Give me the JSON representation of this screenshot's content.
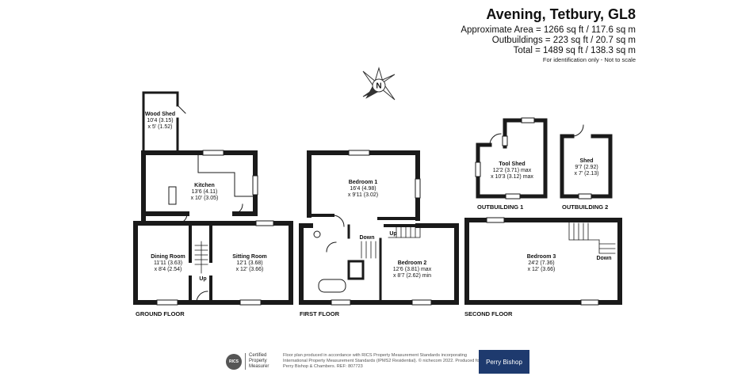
{
  "header": {
    "title": "Avening, Tetbury, GL8",
    "approx_area": "Approximate Area = 1266 sq ft / 117.6 sq m",
    "outbuildings": "Outbuildings = 223 sq ft / 20.7 sq m",
    "total": "Total = 1489 sq ft / 138.3 sq m",
    "note": "For identification only - Not to scale"
  },
  "compass": {
    "letter": "N"
  },
  "rooms": {
    "wood_shed": {
      "name": "Wood Shed",
      "dim1": "10'4 (3.15)",
      "dim2": "x 5' (1.52)"
    },
    "kitchen": {
      "name": "Kitchen",
      "dim1": "13'6 (4.11)",
      "dim2": "x 10' (3.05)"
    },
    "dining_room": {
      "name": "Dining Room",
      "dim1": "11'11 (3.63)",
      "dim2": "x 8'4 (2.54)"
    },
    "sitting_room": {
      "name": "Sitting Room",
      "dim1": "12'1 (3.68)",
      "dim2": "x 12' (3.66)"
    },
    "bedroom1": {
      "name": "Bedroom 1",
      "dim1": "16'4 (4.98)",
      "dim2": "x 9'11 (3.02)"
    },
    "bedroom2": {
      "name": "Bedroom 2",
      "dim1": "12'6 (3.81) max",
      "dim2": "x 8'7 (2.62) min"
    },
    "bedroom3": {
      "name": "Bedroom 3",
      "dim1": "24'2 (7.36)",
      "dim2": "x 12' (3.66)"
    },
    "tool_shed": {
      "name": "Tool Shed",
      "dim1": "12'2 (3.71) max",
      "dim2": "x 10'3 (3.12) max"
    },
    "shed": {
      "name": "Shed",
      "dim1": "9'7 (2.92)",
      "dim2": "x 7' (2.13)"
    }
  },
  "stairs": {
    "up": "Up",
    "down": "Down"
  },
  "floors": {
    "ground": "GROUND FLOOR",
    "first": "FIRST FLOOR",
    "second": "SECOND FLOOR",
    "outbuilding1": "OUTBUILDING 1",
    "outbuilding2": "OUTBUILDING 2"
  },
  "footer": {
    "rics_logo": "RICS",
    "rics_line1": "Certified",
    "rics_line2": "Property",
    "rics_line3": "Measurer",
    "text": "Floor plan produced in accordance with RICS Property Measurement Standards incorporating International Property Measurement Standards (IPMS2 Residential). © nichecom 2022. Produced for Perry Bishop & Chambers.  REF: 807723",
    "brand": "Perry Bishop"
  },
  "colors": {
    "wall": "#1a1a1a",
    "window": "#ffffff",
    "brand": "#1e3a6e"
  }
}
